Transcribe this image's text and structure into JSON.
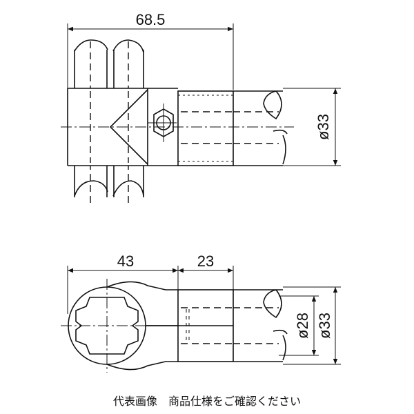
{
  "dimensions": {
    "top_width": "68.5",
    "top_diameter": "ø33",
    "bottom_left_width": "43",
    "bottom_right_width": "23",
    "bottom_inner_diameter": "ø28",
    "bottom_outer_diameter": "ø33"
  },
  "caption": "代表画像　商品仕様をご確認ください",
  "colors": {
    "line": "#111111",
    "background": "#ffffff"
  }
}
